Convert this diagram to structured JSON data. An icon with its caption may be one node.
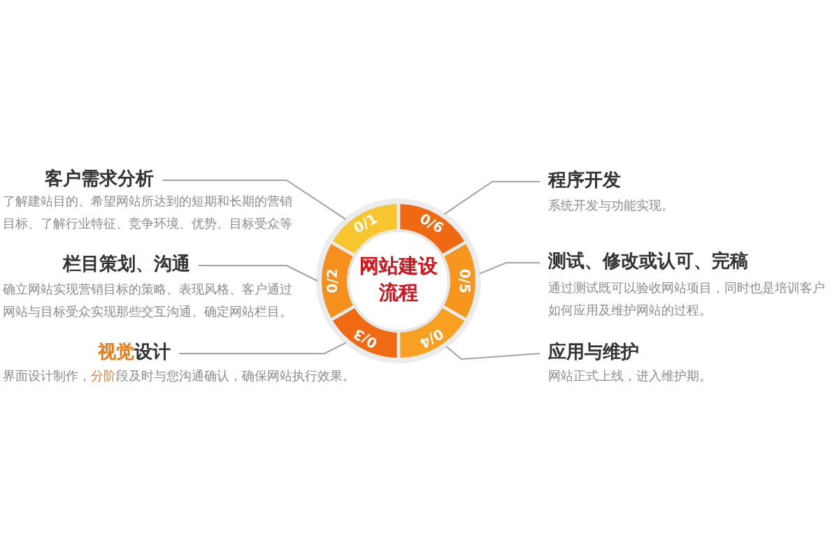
{
  "diagram": {
    "nodes": [
      {
        "text": [
          "客户需求分析",
          "了解建站目的、希望网站所达到的短期和长期的营销目标、了解行业特征、竞争环境、优势、目标受众等"
        ]
      },
      {
        "text": [
          "栏目策划、沟通",
          "确立网站实现营销目标的策略、表现风格、客户通过网站与目标受众实现那些交互沟通、确定网站栏目。"
        ]
      },
      {
        "text": [
          "**视觉**设计",
          "界面设计制作，**分阶**段及时与您沟通确认，确保网站执行效果。"
        ]
      },
      {
        "text": [
          "网站建设流程"
        ]
      },
      {
        "text": [
          "0/1"
        ]
      },
      {
        "text": [
          "0/2"
        ]
      },
      {
        "text": [
          "0/3"
        ]
      },
      {
        "text": [
          "0/4"
        ]
      },
      {
        "text": [
          "0/5"
        ]
      },
      {
        "text": [
          "0/6"
        ]
      },
      {
        "text": [
          "程序开发",
          "系统开发与功能实现。"
        ]
      },
      {
        "text": [
          "测试、修改或认可、完稿",
          "通过测试既可以验收网站项目，同时也是培训客户如何应用及维护网站的过程。"
        ]
      },
      {
        "text": [
          "应用与维护",
          "网站正式上线，进入维护期。"
        ]
      }
    ],
    "edges": [
      {
        "from": 0,
        "to": 4,
        "arrow": "none"
      },
      {
        "from": 1,
        "to": 5,
        "arrow": "none"
      },
      {
        "from": 2,
        "to": 6,
        "arrow": "none"
      },
      {
        "from": 10,
        "to": 9,
        "arrow": "none"
      },
      {
        "from": 11,
        "to": 8,
        "arrow": "none"
      },
      {
        "from": 12,
        "to": 7,
        "arrow": "none"
      }
    ]
  }
}
